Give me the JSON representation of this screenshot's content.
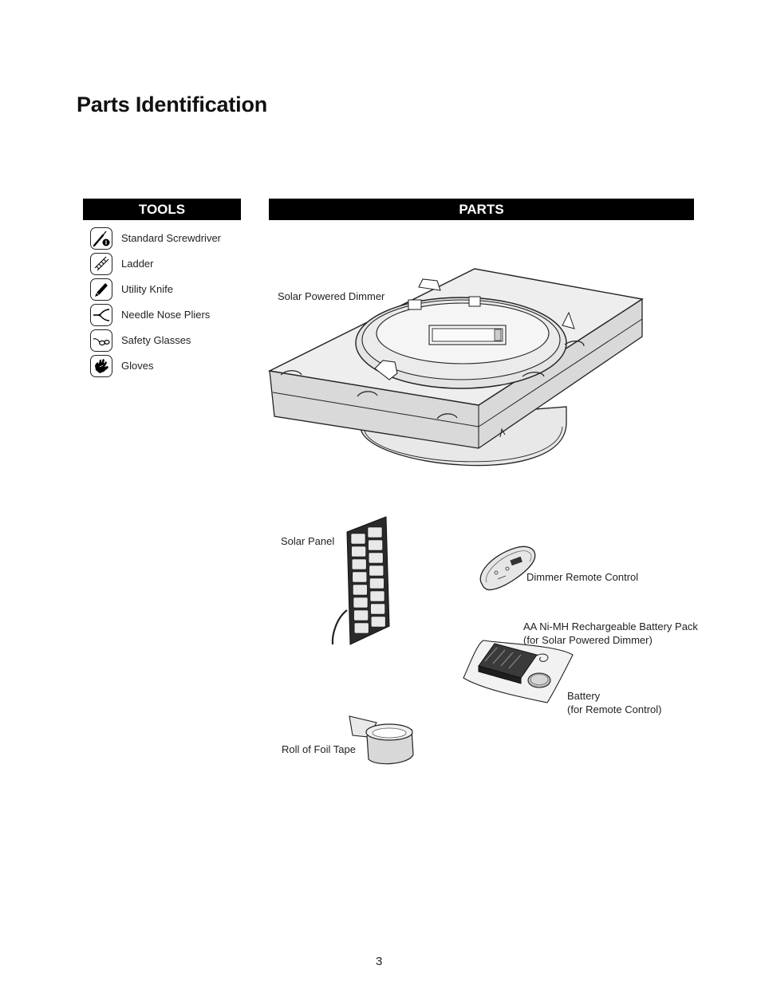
{
  "page": {
    "title": "Parts Identification",
    "page_number": "3"
  },
  "tools": {
    "header": "TOOLS",
    "items": [
      {
        "label": "Standard Screwdriver",
        "icon": "screwdriver-icon"
      },
      {
        "label": "Ladder",
        "icon": "ladder-icon"
      },
      {
        "label": "Utility Knife",
        "icon": "utility-knife-icon"
      },
      {
        "label": "Needle Nose Pliers",
        "icon": "pliers-icon"
      },
      {
        "label": "Safety Glasses",
        "icon": "safety-glasses-icon"
      },
      {
        "label": "Gloves",
        "icon": "gloves-icon"
      }
    ]
  },
  "parts": {
    "header": "PARTS",
    "solar_powered_dimmer": "Solar Powered Dimmer",
    "solar_panel": "Solar Panel",
    "dimmer_remote_control": "Dimmer Remote Control",
    "battery_pack_line1": "AA Ni-MH Rechargeable Battery Pack",
    "battery_pack_line2": "(for Solar Powered Dimmer)",
    "battery_line1": "Battery",
    "battery_line2": "(for Remote Control)",
    "foil_tape": "Roll of Foil Tape"
  }
}
